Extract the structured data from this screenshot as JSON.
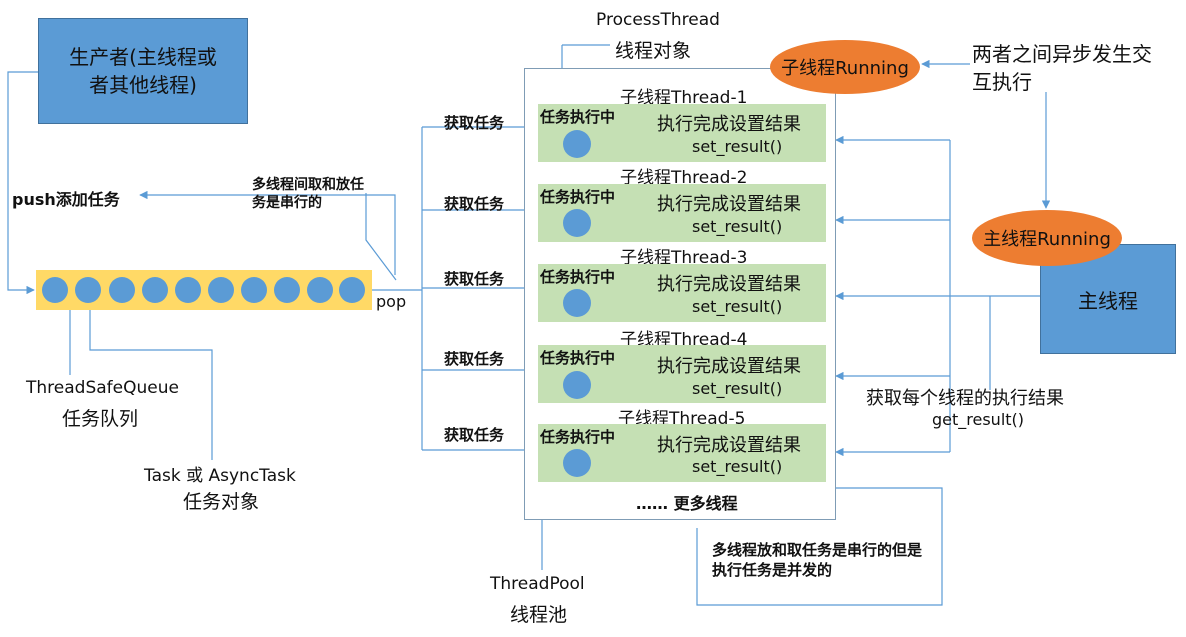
{
  "producer": "生产者(主线程或者其他线程)",
  "push_label": "push添加任务",
  "serial_note": "多线程间取和放任务是串行的",
  "pop_label": "pop",
  "queue": {
    "name": "ThreadSafeQueue",
    "subtitle": "任务队列",
    "ball_count": 10
  },
  "task_obj": {
    "name": "Task 或 AsyncTask",
    "subtitle": "任务对象"
  },
  "process_thread": {
    "name": "ProcessThread",
    "subtitle": "线程对象"
  },
  "threadpool": {
    "name": "ThreadPool",
    "subtitle": "线程池"
  },
  "get_task_label": "获取任务",
  "threads": [
    {
      "title": "子线程Thread-1",
      "running": "任务执行中",
      "done": "执行完成设置结果",
      "method": "set_result()"
    },
    {
      "title": "子线程Thread-2",
      "running": "任务执行中",
      "done": "执行完成设置结果",
      "method": "set_result()"
    },
    {
      "title": "子线程Thread-3",
      "running": "任务执行中",
      "done": "执行完成设置结果",
      "method": "set_result()"
    },
    {
      "title": "子线程Thread-4",
      "running": "任务执行中",
      "done": "执行完成设置结果",
      "method": "set_result()"
    },
    {
      "title": "子线程Thread-5",
      "running": "任务执行中",
      "done": "执行完成设置结果",
      "method": "set_result()"
    }
  ],
  "more_threads": "…… 更多线程",
  "child_running": "子线程Running",
  "async_note": "两者之间异步发生交互执行",
  "main_running": "主线程Running",
  "main_thread": "主线程",
  "get_result_label": "获取每个线程的执行结果",
  "get_result_method": "get_result()",
  "concurrency_note": "多线程放和取任务是串行的但是执行任务是并发的",
  "colors": {
    "blue_box": "#5b9bd5",
    "queue_bg": "#ffd966",
    "ball": "#5b9bd5",
    "thread_bg": "#c5e0b4",
    "running": "#ed7d31",
    "line": "#5b9bd5"
  }
}
